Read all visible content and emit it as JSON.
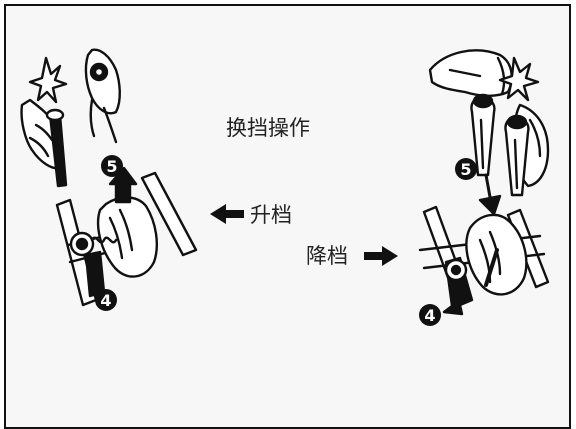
{
  "diagram": {
    "title": "换挡操作",
    "upshift_label": "升档",
    "downshift_label": "降档",
    "left_markers": [
      "5",
      "4"
    ],
    "right_markers": [
      "5",
      "4"
    ]
  },
  "colors": {
    "ink": "#111111",
    "background": "#f7f7f7",
    "frame": "#111111"
  }
}
